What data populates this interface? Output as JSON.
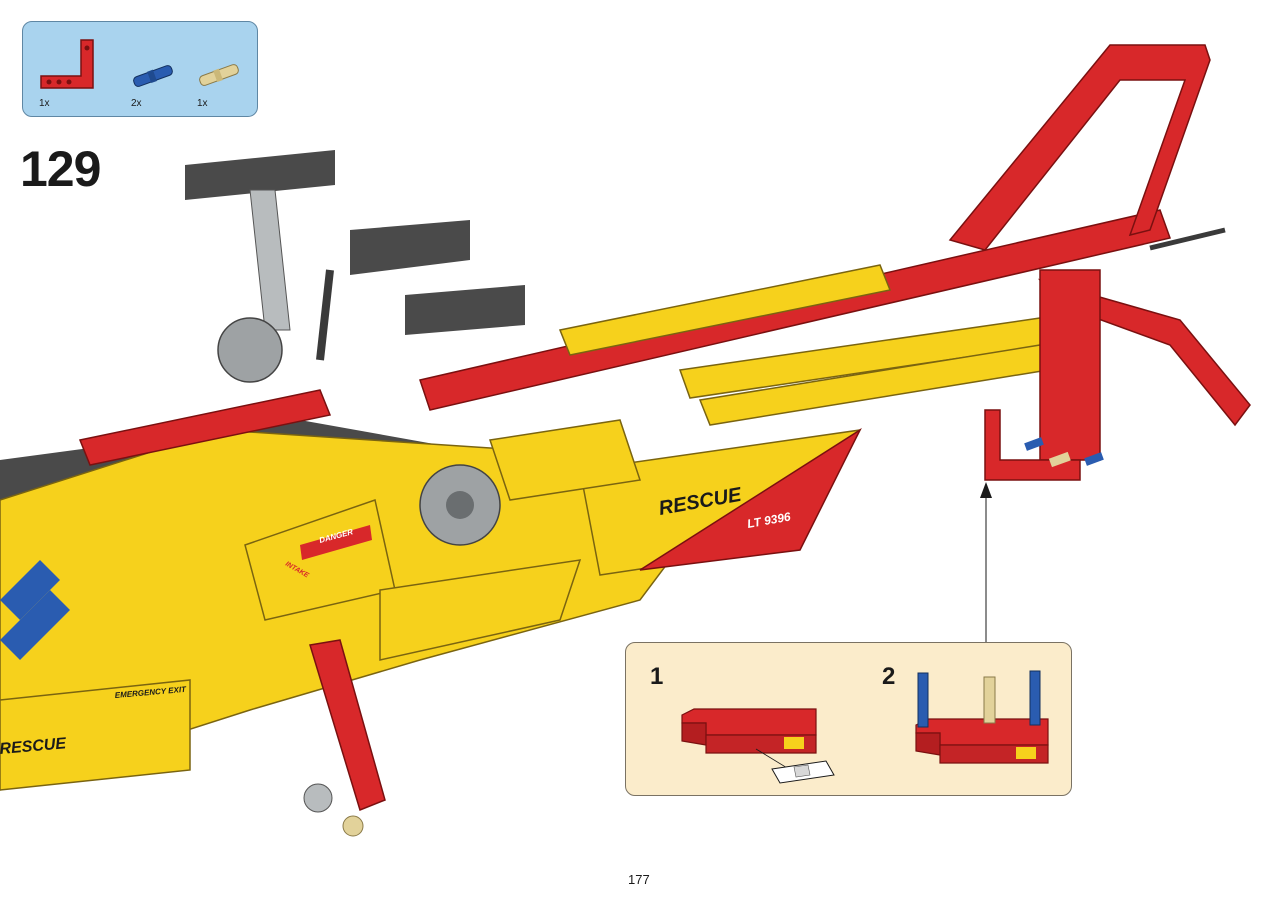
{
  "parts_list": {
    "items": [
      {
        "part": "red-l-beam",
        "quantity": "1x"
      },
      {
        "part": "blue-axle-pin",
        "quantity": "2x"
      },
      {
        "part": "tan-axle-pin",
        "quantity": "1x"
      }
    ]
  },
  "step": {
    "number": "129"
  },
  "model": {
    "labels": {
      "rescue_main": "RESCUE",
      "registration": "LT 9396",
      "danger": "DANGER",
      "intake": "INTAKE",
      "emergency_exit": "EMERGENCY EXIT",
      "rescue_left": "RESCUE"
    }
  },
  "sub_assembly": {
    "steps": [
      {
        "number": "1"
      },
      {
        "number": "2"
      }
    ]
  },
  "page": {
    "number": "177"
  },
  "colors": {
    "red": "#d8282a",
    "yellow": "#f6d11c",
    "blue": "#2a5cb0",
    "tan": "#e2d29a",
    "dark_gray": "#4a4a4a",
    "light_gray": "#b8bcbe",
    "parts_box_bg": "#a9d3ee",
    "sub_box_bg": "#fbeccb"
  }
}
